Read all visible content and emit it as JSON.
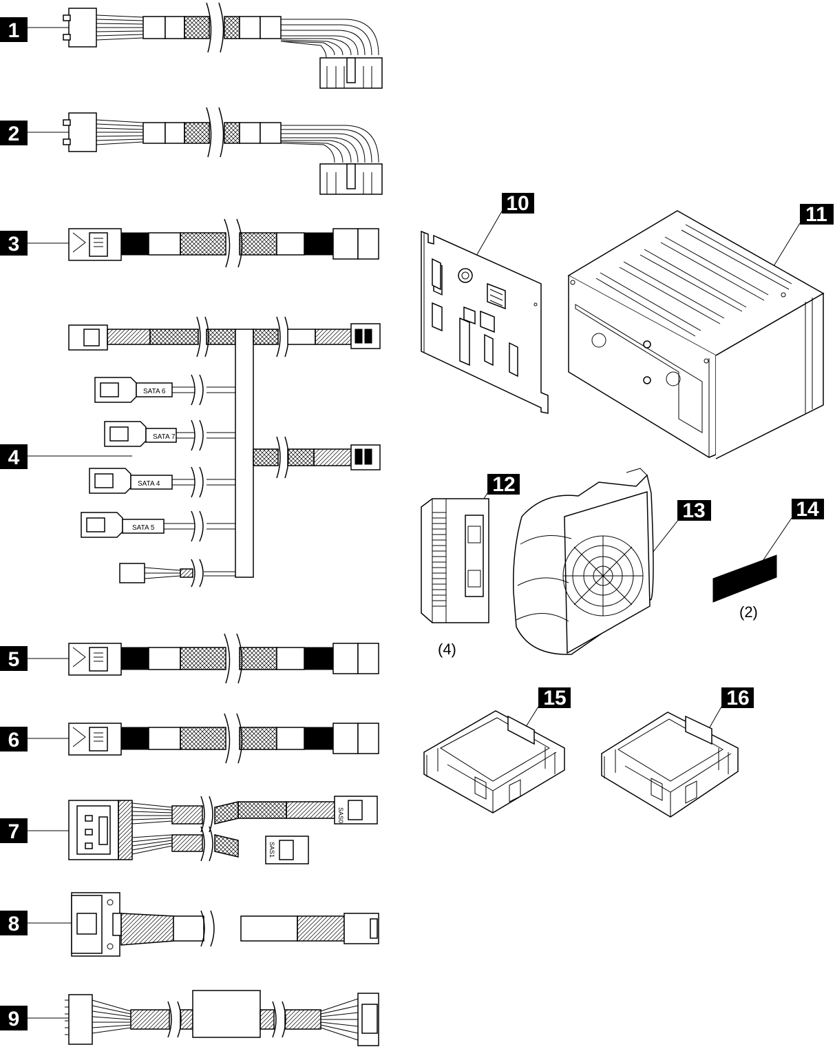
{
  "callouts": [
    {
      "id": "1",
      "label": "1"
    },
    {
      "id": "2",
      "label": "2"
    },
    {
      "id": "3",
      "label": "3"
    },
    {
      "id": "4",
      "label": "4"
    },
    {
      "id": "5",
      "label": "5"
    },
    {
      "id": "6",
      "label": "6"
    },
    {
      "id": "7",
      "label": "7"
    },
    {
      "id": "8",
      "label": "8"
    },
    {
      "id": "9",
      "label": "9"
    },
    {
      "id": "10",
      "label": "10"
    },
    {
      "id": "11",
      "label": "11"
    },
    {
      "id": "12",
      "label": "12"
    },
    {
      "id": "13",
      "label": "13"
    },
    {
      "id": "14",
      "label": "14"
    },
    {
      "id": "15",
      "label": "15"
    },
    {
      "id": "16",
      "label": "16"
    }
  ],
  "quantities": {
    "part12": "(4)",
    "part14": "(2)"
  },
  "connector_labels": {
    "sata6": "SATA 6",
    "sata7": "SATA 7",
    "sata4": "SATA 4",
    "sata5": "SATA 5",
    "sas0": "SAS0",
    "sas1": "SAS1"
  }
}
